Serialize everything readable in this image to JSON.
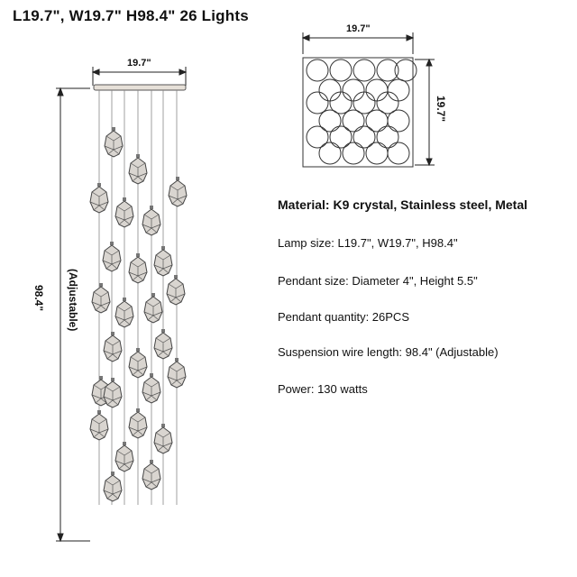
{
  "title": "L19.7\", W19.7\" H98.4\"  26 Lights",
  "dims": {
    "top_width": "19.7\"",
    "plate_width": "19.7\"",
    "plate_depth": "19.7\"",
    "height": "98.4\"",
    "adjustable": "(Adjustable)"
  },
  "specs": {
    "material": "Material: K9 crystal, Stainless steel, Metal",
    "lamp_size": "Lamp size: L19.7\", W19.7\", H98.4\"",
    "pendant_size": "Pendant size: Diameter 4\", Height 5.5\"",
    "pendant_quantity": "Pendant quantity: 26PCS",
    "wire_length": "Suspension wire length:  98.4\"  (Adjustable)",
    "power": "Power:  130 watts"
  },
  "pendant_count": 26
}
